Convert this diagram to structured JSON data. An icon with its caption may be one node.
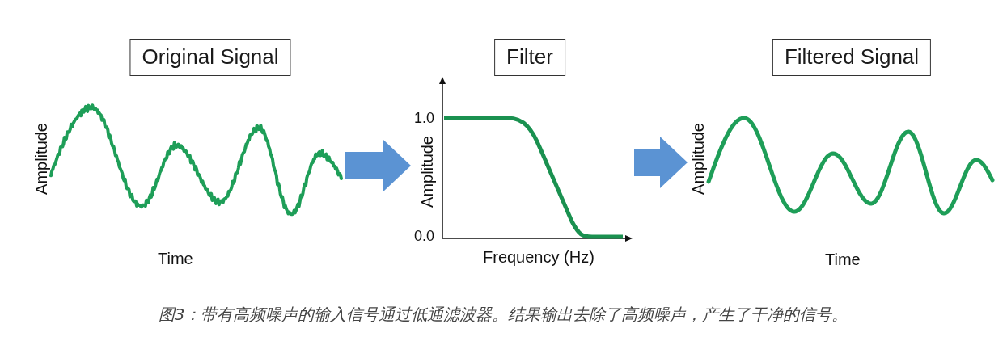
{
  "diagram": {
    "caption": "图3：带有高频噪声的输入信号通过低通滤波器。结果输出去除了高频噪声，产生了干净的信号。",
    "nodes": [
      {
        "text": [
          "Original Signal"
        ]
      },
      {
        "text": [],
        "shape": "picture",
        "beside": [
          "Amplitude",
          "Time"
        ]
      },
      {
        "text": [
          "Filter"
        ]
      },
      {
        "text": [],
        "shape": "picture",
        "beside": [
          "1.0",
          "Amplitude",
          "0.0",
          "Frequency (Hz)"
        ]
      },
      {
        "text": [
          "Filtered Signal"
        ]
      },
      {
        "text": [],
        "shape": "picture",
        "beside": [
          "Amplitude",
          "Time"
        ]
      }
    ],
    "edges": [
      {
        "from": 1,
        "to": 3,
        "arrow": "to"
      },
      {
        "from": 3,
        "to": 5,
        "arrow": "to"
      }
    ]
  }
}
